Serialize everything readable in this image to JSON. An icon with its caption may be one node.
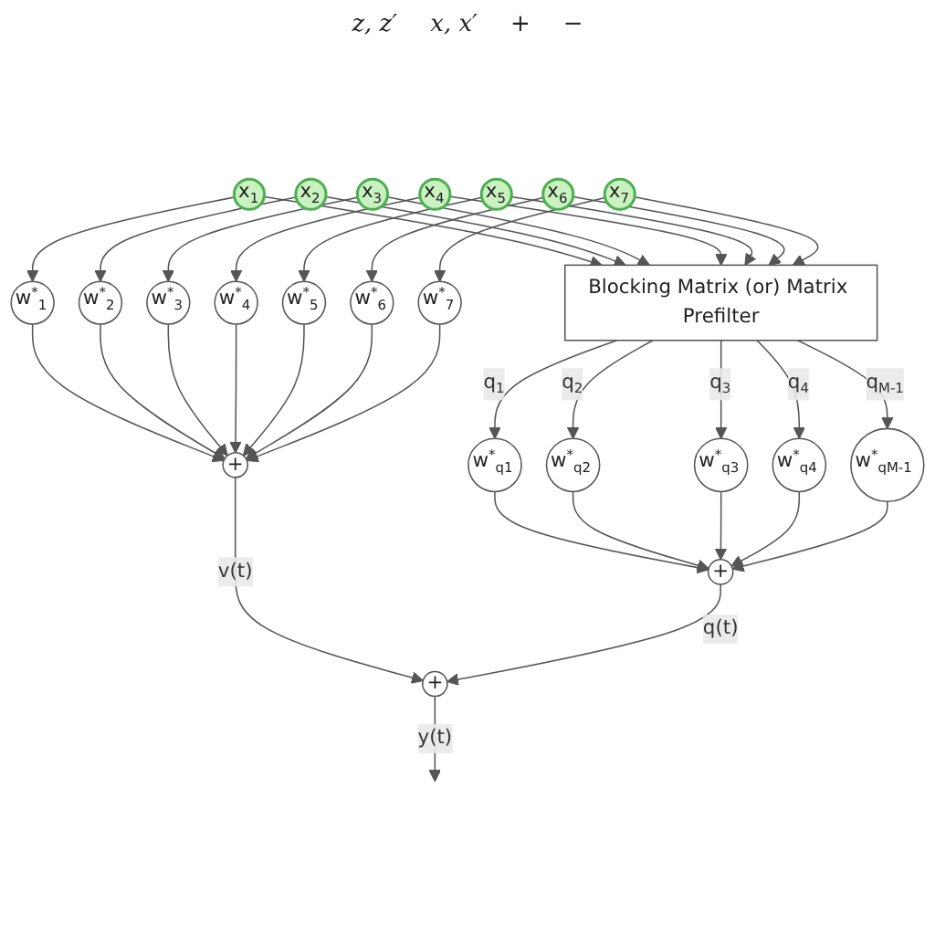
{
  "diagram": {
    "nodes": [
      {
        "text": [
          "x$_{1}$"
        ]
      },
      {
        "text": [
          "x$_{2}$"
        ]
      },
      {
        "text": [
          "x$_{3}$"
        ]
      },
      {
        "text": [
          "x$_{4}$"
        ]
      },
      {
        "text": [
          "x$_{5}$"
        ]
      },
      {
        "text": [
          "x$_{6}$"
        ]
      },
      {
        "text": [
          "x$_{7}$"
        ]
      },
      {
        "text": [
          "w$^{*}$$_{1}$"
        ]
      },
      {
        "text": [
          "w$^{*}$$_{2}$"
        ]
      },
      {
        "text": [
          "w$^{*}$$_{3}$"
        ]
      },
      {
        "text": [
          "w$^{*}$$_{4}$"
        ]
      },
      {
        "text": [
          "w$^{*}$$_{5}$"
        ]
      },
      {
        "text": [
          "w$^{*}$$_{6}$"
        ]
      },
      {
        "text": [
          "w$^{*}$$_{7}$"
        ]
      },
      {
        "text": [
          "Blocking Matrix (or) Matrix Prefilter"
        ]
      },
      {
        "text": [
          "+"
        ]
      },
      {
        "text": [
          "w$^{*}$$_{q1}$"
        ]
      },
      {
        "text": [
          "w$^{*}$$_{q2}$"
        ]
      },
      {
        "text": [
          "w$^{*}$$_{q3}$"
        ]
      },
      {
        "text": [
          "w$^{*}$$_{q4}$"
        ]
      },
      {
        "text": [
          "w$^{*}$$_{qM-1}$"
        ]
      },
      {
        "text": [
          "+"
        ]
      },
      {
        "text": [
          "+"
        ]
      }
    ],
    "edges": [
      {
        "from": 0,
        "to": 7,
        "arrow": "to"
      },
      {
        "from": 1,
        "to": 8,
        "arrow": "to"
      },
      {
        "from": 2,
        "to": 9,
        "arrow": "to"
      },
      {
        "from": 3,
        "to": 10,
        "arrow": "to"
      },
      {
        "from": 4,
        "to": 11,
        "arrow": "to"
      },
      {
        "from": 5,
        "to": 12,
        "arrow": "to"
      },
      {
        "from": 6,
        "to": 13,
        "arrow": "to"
      },
      {
        "from": 0,
        "to": 14,
        "arrow": "to"
      },
      {
        "from": 1,
        "to": 14,
        "arrow": "to"
      },
      {
        "from": 2,
        "to": 14,
        "arrow": "to"
      },
      {
        "from": 3,
        "to": 14,
        "arrow": "to"
      },
      {
        "from": 4,
        "to": 14,
        "arrow": "to"
      },
      {
        "from": 5,
        "to": 14,
        "arrow": "to"
      },
      {
        "from": 6,
        "to": 14,
        "arrow": "to"
      },
      {
        "from": 7,
        "to": 15,
        "arrow": "to"
      },
      {
        "from": 8,
        "to": 15,
        "arrow": "to"
      },
      {
        "from": 9,
        "to": 15,
        "arrow": "to"
      },
      {
        "from": 10,
        "to": 15,
        "arrow": "to"
      },
      {
        "from": 11,
        "to": 15,
        "arrow": "to"
      },
      {
        "from": 12,
        "to": 15,
        "arrow": "to"
      },
      {
        "from": 13,
        "to": 15,
        "arrow": "to"
      },
      {
        "from": 14,
        "to": 16,
        "arrow": "to",
        "label": "q$_{1}$"
      },
      {
        "from": 14,
        "to": 17,
        "arrow": "to",
        "label": "q$_{2}$"
      },
      {
        "from": 14,
        "to": 18,
        "arrow": "to",
        "label": "q$_{3}$"
      },
      {
        "from": 14,
        "to": 19,
        "arrow": "to",
        "label": "q$_{4}$"
      },
      {
        "from": 14,
        "to": 20,
        "arrow": "to",
        "label": "q$_{M-1}$"
      },
      {
        "from": 16,
        "to": 21,
        "arrow": "to"
      },
      {
        "from": 17,
        "to": 21,
        "arrow": "to"
      },
      {
        "from": 18,
        "to": 21,
        "arrow": "to"
      },
      {
        "from": 19,
        "to": 21,
        "arrow": "to"
      },
      {
        "from": 20,
        "to": 21,
        "arrow": "to"
      },
      {
        "from": 15,
        "to": 22,
        "arrow": "to",
        "label": "v(t)"
      },
      {
        "from": 21,
        "to": 22,
        "arrow": "to",
        "label": "q(t)"
      },
      {
        "from": 22,
        "to": null,
        "arrow": "to",
        "label": "y(t)"
      }
    ],
    "labels": [
      "z, z′",
      "x, x′",
      "+",
      "−"
    ]
  }
}
